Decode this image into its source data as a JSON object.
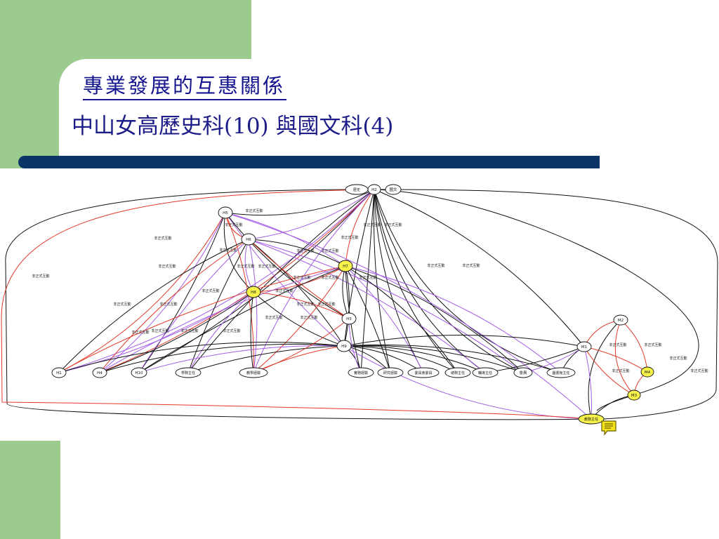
{
  "slide": {
    "title": "專業發展的互惠關係",
    "subtitle": "中山女高歷史科(10) 與國文科(4)"
  },
  "colors": {
    "accent_green": "#9ccb8e",
    "bar_navy": "#0a3566",
    "title_blue": "#15158e",
    "edge_black": "#111111",
    "edge_red": "#e23a2a",
    "edge_purple": "#a35ee6",
    "highlight_node": "#f7f24a"
  },
  "graph": {
    "nodes": [
      {
        "id": "history",
        "label": "歷史",
        "highlight": false
      },
      {
        "id": "H2",
        "label": "H2",
        "highlight": false
      },
      {
        "id": "chinese",
        "label": "國文",
        "highlight": false
      },
      {
        "id": "H5",
        "label": "H5",
        "highlight": false
      },
      {
        "id": "H6",
        "label": "H6",
        "highlight": false
      },
      {
        "id": "H7",
        "label": "H7",
        "highlight": true
      },
      {
        "id": "H8",
        "label": "H8",
        "highlight": true
      },
      {
        "id": "H3",
        "label": "H3",
        "highlight": false
      },
      {
        "id": "H9",
        "label": "H9",
        "highlight": false
      },
      {
        "id": "H1",
        "label": "H1",
        "highlight": false
      },
      {
        "id": "H4",
        "label": "H4",
        "highlight": false
      },
      {
        "id": "H10",
        "label": "H10",
        "highlight": false
      },
      {
        "id": "dept_head",
        "label": "學務主任",
        "highlight": false
      },
      {
        "id": "teaching_exp",
        "label": "教學經驗",
        "highlight": false
      },
      {
        "id": "practical_exp",
        "label": "實務經驗",
        "highlight": false
      },
      {
        "id": "res_exp",
        "label": "研究經驗",
        "highlight": false
      },
      {
        "id": "committee",
        "label": "委員會委員",
        "highlight": false
      },
      {
        "id": "admin_head",
        "label": "總務主任",
        "highlight": false
      },
      {
        "id": "guidance_head",
        "label": "輔導主任",
        "highlight": false
      },
      {
        "id": "member",
        "label": "會員",
        "highlight": false
      },
      {
        "id": "library_head",
        "label": "圖書館主任",
        "highlight": false
      },
      {
        "id": "M1",
        "label": "M1",
        "highlight": false
      },
      {
        "id": "M2",
        "label": "M2",
        "highlight": false
      },
      {
        "id": "M3",
        "label": "M3",
        "highlight": true
      },
      {
        "id": "M4",
        "label": "M4",
        "highlight": true
      },
      {
        "id": "academic_head",
        "label": "教務主任",
        "highlight": true
      }
    ],
    "edge_label": "非正式互動"
  },
  "icons": {
    "note": "comment-note-icon"
  }
}
